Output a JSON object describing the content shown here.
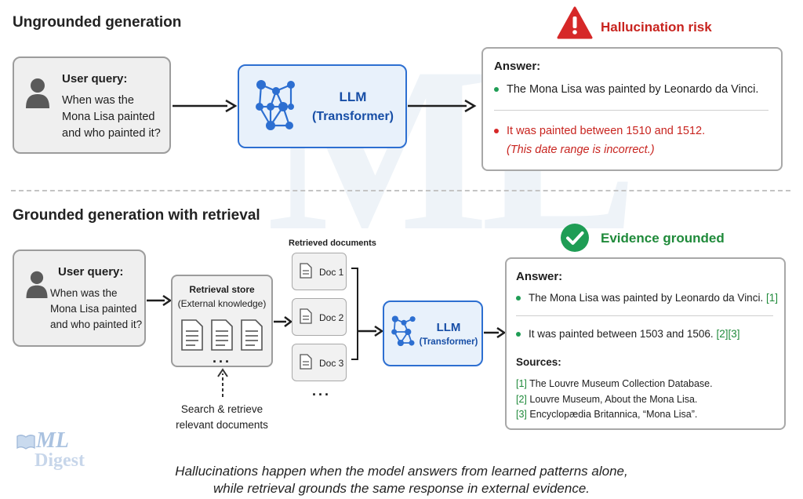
{
  "watermark": "ML",
  "logo": {
    "line1": "ML",
    "line2": "Digest"
  },
  "ungrounded": {
    "title": "Ungrounded generation",
    "risk_label": "Hallucination risk",
    "query_head": "User query:",
    "query_lines": [
      "When was the",
      "Mona Lisa painted",
      "and who painted it?"
    ],
    "llm_title": "LLM",
    "llm_sub": "(Transformer)",
    "answer_head": "Answer:",
    "answer1": "The Mona Lisa was painted by Leonardo da Vinci.",
    "answer2": "It was painted between 1510 and 1512.",
    "answer2_note": "(This date range is incorrect.)"
  },
  "grounded": {
    "title": "Grounded generation with retrieval",
    "evidence_label": "Evidence grounded",
    "query_head": "User query:",
    "query_lines": [
      "When was the",
      "Mona Lisa painted",
      "and who painted it?"
    ],
    "store_title": "Retrieval store",
    "store_sub": "(External knowledge)",
    "store_dots": "...",
    "search_lines": [
      "Search & retrieve",
      "relevant documents"
    ],
    "retrieved_label": "Retrieved documents",
    "docs": [
      "Doc 1",
      "Doc 2",
      "Doc 3"
    ],
    "docs_dots": "...",
    "llm_title": "LLM",
    "llm_sub": "(Transformer)",
    "answer_head": "Answer:",
    "answer1": "The Mona Lisa was painted by Leonardo da Vinci.",
    "answer1_cite": "[1]",
    "answer2": "It was painted between 1503 and 1506.",
    "answer2_cite": "[2][3]",
    "sources_head": "Sources:",
    "sources": [
      {
        "num": "[1]",
        "text": "The Louvre Museum Collection Database."
      },
      {
        "num": "[2]",
        "text": "Louvre Museum, About the Mona Lisa."
      },
      {
        "num": "[3]",
        "text": "Encyclopædia Britannica, “Mona Lisa”."
      }
    ]
  },
  "caption_lines": [
    "Hallucinations happen when the model answers from learned patterns alone,",
    "while retrieval grounds the same response in external evidence."
  ],
  "colors": {
    "llm_blue": "#2d6fd1",
    "risk_red": "#d62828",
    "ok_green": "#1f9d55"
  }
}
